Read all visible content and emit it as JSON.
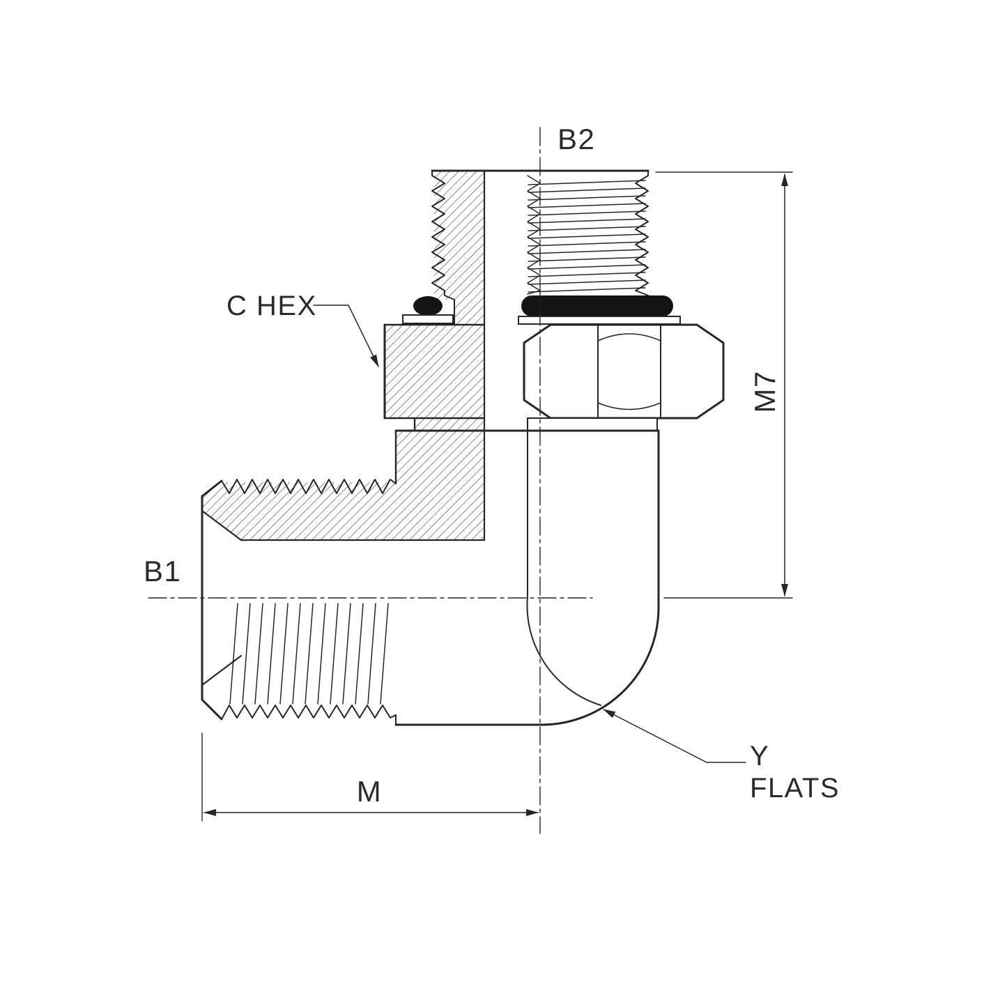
{
  "labels": {
    "b2": "B2",
    "b1": "B1",
    "c_hex": "C HEX",
    "m7": "M7",
    "m": "M",
    "y": "Y",
    "flats": "FLATS"
  },
  "colors": {
    "line": "#262626",
    "background": "#ffffff",
    "o_ring": "#141414",
    "hatch": "#3a3a3a"
  }
}
